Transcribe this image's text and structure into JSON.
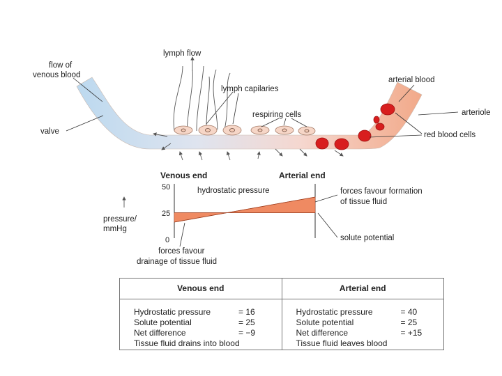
{
  "labels": {
    "lymph_flow": "lymph flow",
    "flow_of": "flow of",
    "venous_blood": "venous blood",
    "lymph_capillaries": "lymph capilaries",
    "respiring_cells": "respiring cells",
    "valve": "valve",
    "arterial_blood": "arterial blood",
    "arteriole": "arteriole",
    "red_blood_cells": "red blood cells",
    "venous_end": "Venous end",
    "arterial_end": "Arterial end"
  },
  "chart_data": {
    "type": "area",
    "xlabel": "",
    "ylabel_line1": "pressure/",
    "ylabel_line2": "mmHg",
    "ylim": [
      0,
      50
    ],
    "yticks": [
      "50",
      "25",
      "0"
    ],
    "x": [
      "Venous end",
      "Arterial end"
    ],
    "series": [
      {
        "name": "hydrostatic pressure",
        "values": [
          16,
          40
        ]
      },
      {
        "name": "solute potential",
        "values": [
          25,
          25
        ]
      }
    ],
    "annotations": {
      "hydrostatic_pressure": "hydrostatic pressure",
      "solute_potential": "solute potential",
      "formation_line1": "forces favour formation",
      "formation_line2": "of tissue fluid",
      "drainage_line1": "forces favour",
      "drainage_line2": "drainage of tissue fluid"
    }
  },
  "table": {
    "venous": {
      "title": "Venous end",
      "rows": [
        {
          "label": "Hydrostatic pressure",
          "value": "= 16"
        },
        {
          "label": "Solute potential",
          "value": "= 25"
        },
        {
          "label": "Net difference",
          "value": "= −9"
        },
        {
          "label": "Tissue fluid drains into blood",
          "value": ""
        }
      ]
    },
    "arterial": {
      "title": "Arterial end",
      "rows": [
        {
          "label": "Hydrostatic pressure",
          "value": "= 40"
        },
        {
          "label": "Solute potential",
          "value": "= 25"
        },
        {
          "label": "Net difference",
          "value": "= +15"
        },
        {
          "label": "Tissue fluid leaves blood",
          "value": ""
        }
      ]
    }
  }
}
